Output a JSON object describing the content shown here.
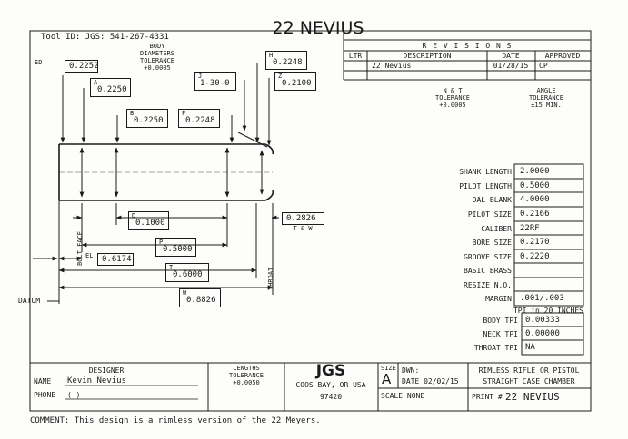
{
  "header": {
    "tool_id": "Tool ID: JGS: 541-267-4331",
    "title": "22 NEVIUS"
  },
  "revisions": {
    "title": "R E V I S I O N S",
    "columns": [
      "LTR",
      "DESCRIPTION",
      "DATE",
      "APPROVED"
    ],
    "rows": [
      {
        "ltr": "",
        "description": "22 Nevius",
        "date": "01/28/15",
        "approved": "CP"
      }
    ]
  },
  "tolerances": {
    "body_diameters": [
      "BODY",
      "DIAMETERS",
      "TOLERANCE",
      "+0.0005"
    ],
    "nt": [
      "N & T",
      "TOLERANCE",
      "+0.0005"
    ],
    "angle": [
      "ANGLE",
      "TOLERANCE",
      "±15 MIN."
    ]
  },
  "dims": {
    "ed_letter": "ED",
    "ed_value": "0.2252",
    "a_letter": "A",
    "a_value": "0.2250",
    "b_letter": "B",
    "b_value": "0.2250",
    "f_letter": "F",
    "f_value": "0.2248",
    "j_letter": "J",
    "j_value": "1-30-0",
    "h_letter": "H",
    "h_value": "0.2248",
    "z_letter": "Z",
    "z_value": "0.2100",
    "d_letter": "D",
    "d_value": "0.1000",
    "p_letter": "P",
    "p_value": "0.5000",
    "el_letter": "EL",
    "el_value": "0.6174",
    "t_letter": "T",
    "t_value": "0.6000",
    "w_letter": "W",
    "w_value": "0.8826",
    "tw_value": "0.2826",
    "tw_label": "T & W"
  },
  "side_labels": {
    "bolt_face": "BOLT FACE",
    "throat": "THROAT",
    "datum": "DATUM"
  },
  "specs": [
    {
      "label": "SHANK LENGTH",
      "value": "2.0000"
    },
    {
      "label": "PILOT LENGTH",
      "value": "0.5000"
    },
    {
      "label": "OAL BLANK",
      "value": "4.0000"
    },
    {
      "label": "PILOT SIZE",
      "value": "0.2166"
    },
    {
      "label": "CALIBER",
      "value": "22RF"
    },
    {
      "label": "BORE SIZE",
      "value": "0.2170"
    },
    {
      "label": "GROOVE SIZE",
      "value": "0.2220"
    },
    {
      "label": "BASIC BRASS",
      "value": ""
    },
    {
      "label": "RESIZE N.O.",
      "value": ""
    },
    {
      "label": "MARGIN",
      "value": ".001/.003"
    }
  ],
  "tpi": {
    "heading": "TPI in 20 INCHES",
    "rows": [
      {
        "label": "BODY TPI",
        "value": "0.00333"
      },
      {
        "label": "NECK TPI",
        "value": "0.00000"
      },
      {
        "label": "THROAT TPI",
        "value": "NA"
      }
    ]
  },
  "title_block": {
    "designer_heading": "DESIGNER",
    "name_label": "NAME",
    "name_value": "Kevin Nevius",
    "phone_label": "PHONE",
    "phone_value": "(          )",
    "lengths_tol": [
      "LENGTHS",
      "TOLERANCE",
      "+0.0050"
    ],
    "company": "JGS",
    "city": "COOS BAY, OR USA",
    "zip": "97420",
    "size_label": "SIZE",
    "size_value": "A",
    "dwn_label": "DWN:",
    "date_text": "DATE 02/02/15",
    "scale_text": "SCALE   NONE",
    "desc1": "RIMLESS RIFLE OR PISTOL",
    "desc2": "STRAIGHT CASE CHAMBER",
    "print_label": "PRINT #",
    "print_value": "22 NEVIUS"
  },
  "comment": "COMMENT: This design is a rimless version of the 22 Meyers."
}
